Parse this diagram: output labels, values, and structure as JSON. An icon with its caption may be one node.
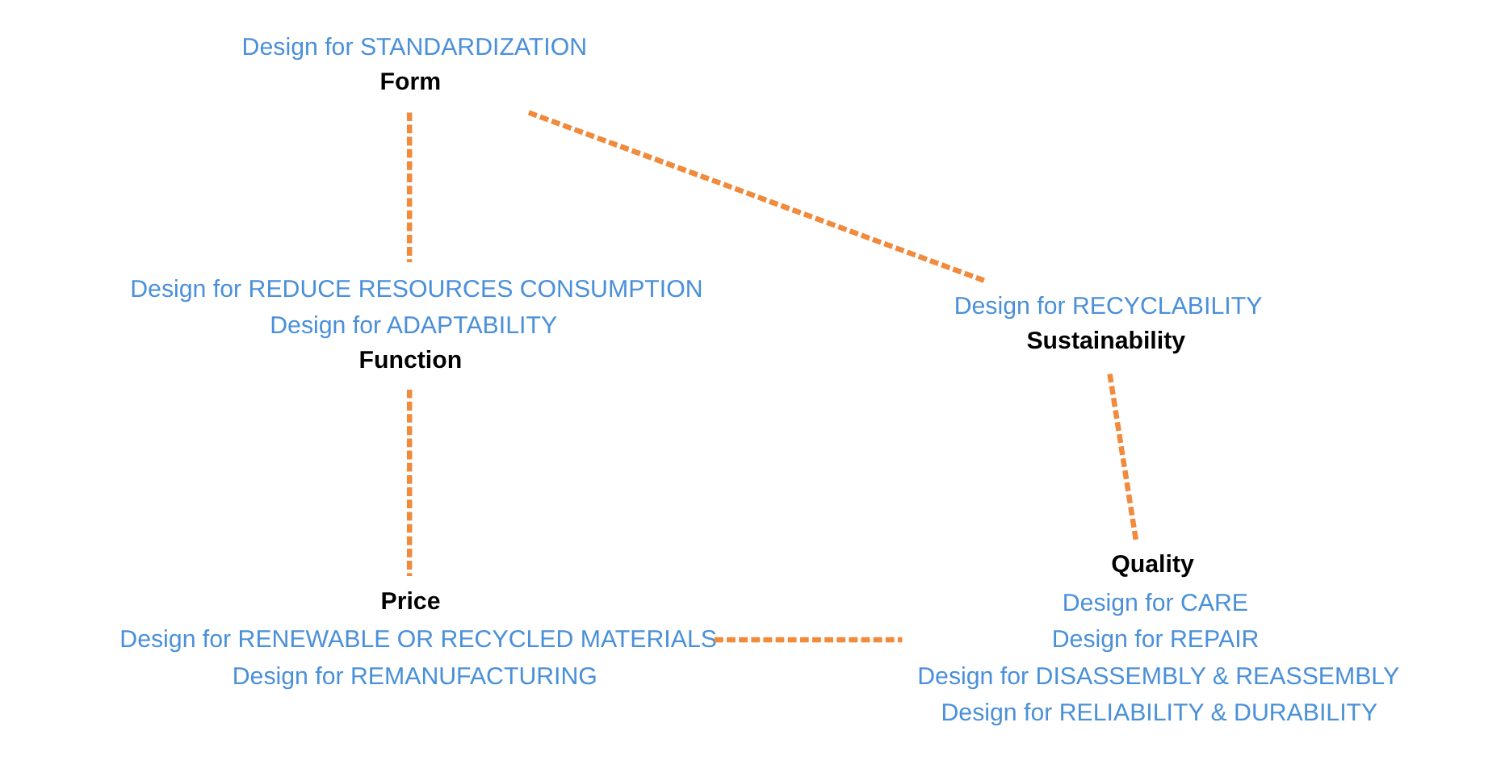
{
  "diagram": {
    "nodes": [
      {
        "text": [
          "Form"
        ],
        "beside": [
          "Design for STANDARDIZATION"
        ]
      },
      {
        "text": [
          "Function"
        ],
        "beside": [
          "Design for REDUCE RESOURCES CONSUMPTION",
          "Design for ADAPTABILITY"
        ]
      },
      {
        "text": [
          "Price"
        ],
        "beside": [
          "Design for RENEWABLE OR RECYCLED MATERIALS",
          "Design for REMANUFACTURING"
        ]
      },
      {
        "text": [
          "Quality"
        ],
        "beside": [
          "Design for CARE",
          "Design for REPAIR",
          "Design for DISASSEMBLY & REASSEMBLY",
          "Design for RELIABILITY & DURABILITY"
        ]
      },
      {
        "text": [
          "Sustainability"
        ],
        "beside": [
          "Design for RECYCLABILITY"
        ]
      }
    ],
    "edges": [
      {
        "from": 0,
        "to": 1,
        "arrow": "none",
        "style": "dashed"
      },
      {
        "from": 1,
        "to": 2,
        "arrow": "none",
        "style": "dashed"
      },
      {
        "from": 2,
        "to": 3,
        "arrow": "none",
        "style": "dashed"
      },
      {
        "from": 3,
        "to": 4,
        "arrow": "none",
        "style": "dashed"
      },
      {
        "from": 4,
        "to": 0,
        "arrow": "none",
        "style": "dashed"
      }
    ]
  }
}
